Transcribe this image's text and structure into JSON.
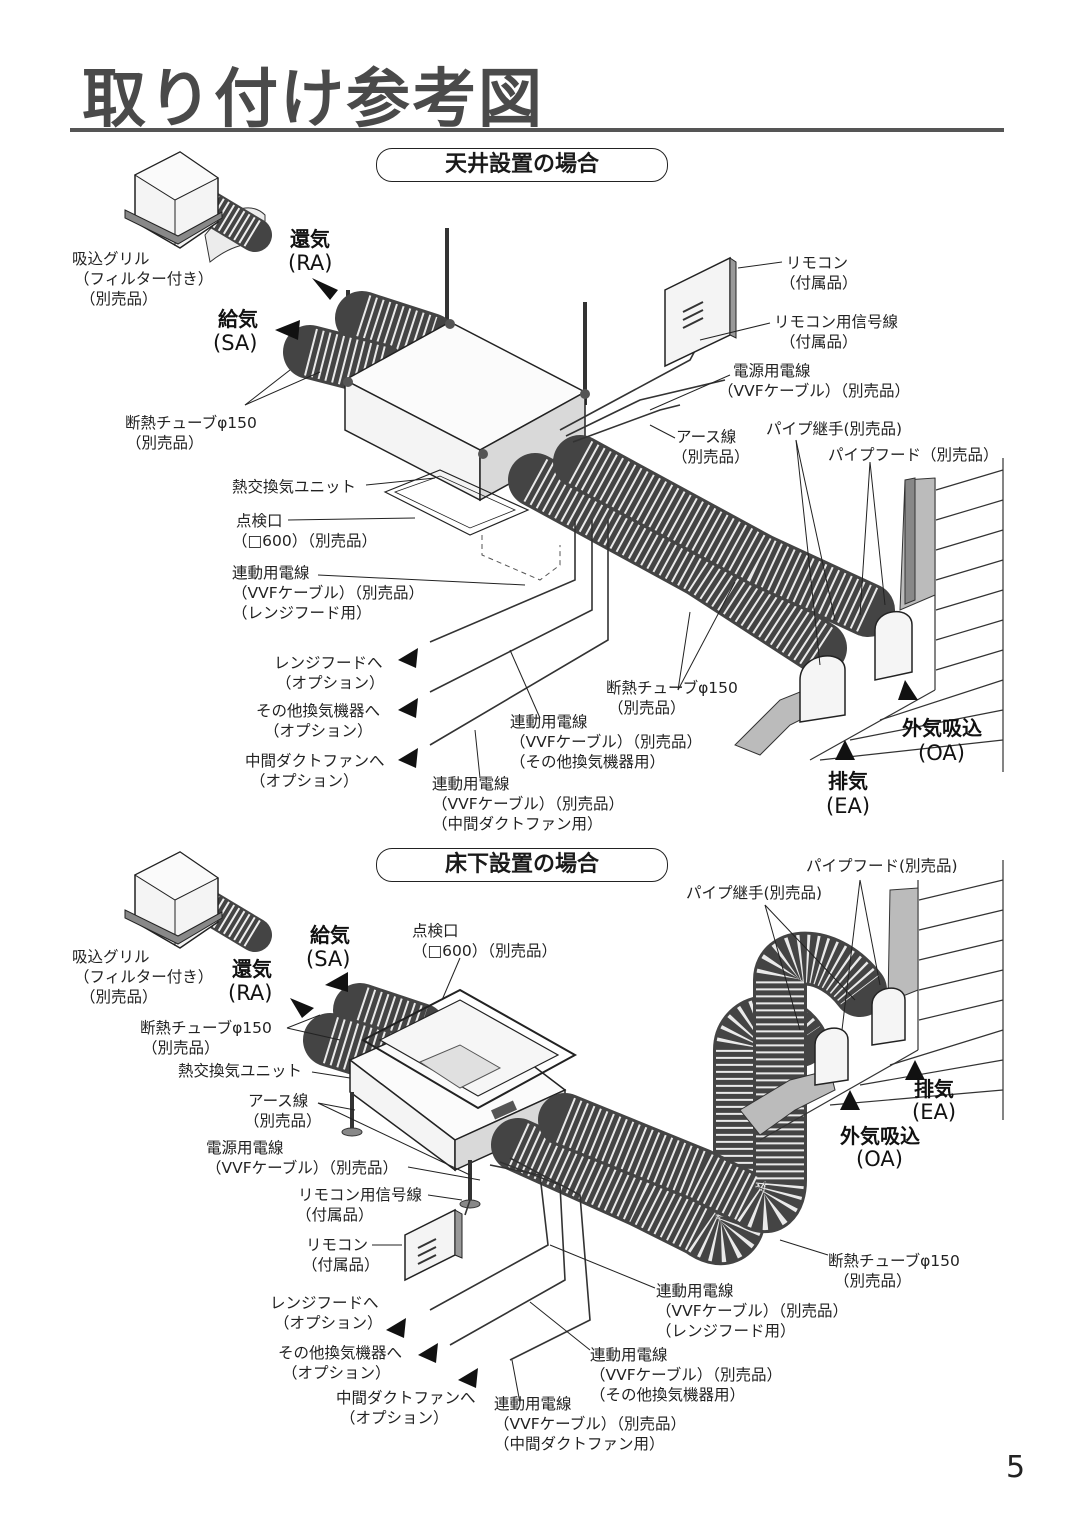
{
  "page": {
    "title": "取り付け参考図",
    "page_number": "5"
  },
  "ceiling": {
    "heading": "天井設置の場合",
    "labels": {
      "grille": [
        "吸込グリル",
        "（フィルター付き）",
        "（別売品）"
      ],
      "ra": [
        "還気",
        "(RA)"
      ],
      "sa": [
        "給気",
        "(SA)"
      ],
      "tube_left": [
        "断熱チューブφ150",
        "（別売品）"
      ],
      "unit": "熱交換気ユニット",
      "inspection": [
        "点検口",
        "（□600）（別売品）"
      ],
      "wire_range": [
        "連動用電線",
        "（VVFケーブル）（別売品）",
        "（レンジフード用）"
      ],
      "to_range": [
        "レンジフードへ",
        "（オプション）"
      ],
      "to_other": [
        "その他換気機器へ",
        "（オプション）"
      ],
      "to_duct": [
        "中間ダクトファンへ",
        "（オプション）"
      ],
      "remote": [
        "リモコン",
        "（付属品）"
      ],
      "remote_wire": [
        "リモコン用信号線",
        "（付属品）"
      ],
      "power": [
        "電源用電線",
        "（VVFケーブル）（別売品）"
      ],
      "earth": [
        "アース線",
        "（別売品）"
      ],
      "pipe_joint": "パイプ継手(別売品)",
      "pipe_hood": "パイプフード（別売品）",
      "tube_right": [
        "断熱チューブφ150",
        "（別売品）"
      ],
      "wire_other": [
        "連動用電線",
        "（VVFケーブル）（別売品）",
        "（その他換気機器用）"
      ],
      "wire_duct": [
        "連動用電線",
        "（VVFケーブル）（別売品）",
        "（中間ダクトファン用）"
      ],
      "oa": [
        "外気吸込",
        "(OA)"
      ],
      "ea": [
        "排気",
        "(EA)"
      ]
    }
  },
  "floor": {
    "heading": "床下設置の場合",
    "labels": {
      "grille": [
        "吸込グリル",
        "（フィルター付き）",
        "（別売品）"
      ],
      "sa": [
        "給気",
        "(SA)"
      ],
      "ra": [
        "還気",
        "(RA)"
      ],
      "inspection": [
        "点検口",
        "（□600）（別売品）"
      ],
      "tube_left": [
        "断熱チューブφ150",
        "（別売品）"
      ],
      "unit": "熱交換気ユニット",
      "earth": [
        "アース線",
        "（別売品）"
      ],
      "power": [
        "電源用電線",
        "（VVFケーブル）（別売品）"
      ],
      "remote_wire": [
        "リモコン用信号線",
        "（付属品）"
      ],
      "remote": [
        "リモコン",
        "（付属品）"
      ],
      "to_range": [
        "レンジフードへ",
        "（オプション）"
      ],
      "to_other": [
        "その他換気機器へ",
        "（オプション）"
      ],
      "to_duct": [
        "中間ダクトファンへ",
        "（オプション）"
      ],
      "pipe_hood": "パイプフード(別売品)",
      "pipe_joint": "パイプ継手(別売品)",
      "ea": [
        "排気",
        "(EA)"
      ],
      "oa": [
        "外気吸込",
        "(OA)"
      ],
      "tube_right": [
        "断熱チューブφ150",
        "（別売品）"
      ],
      "wire_range": [
        "連動用電線",
        "（VVFケーブル）（別売品）",
        "（レンジフード用）"
      ],
      "wire_other": [
        "連動用電線",
        "（VVFケーブル）（別売品）",
        "（その他換気機器用）"
      ],
      "wire_duct": [
        "連動用電線",
        "（VVFケーブル）（別売品）",
        "（中間ダクトファン用）"
      ]
    }
  }
}
